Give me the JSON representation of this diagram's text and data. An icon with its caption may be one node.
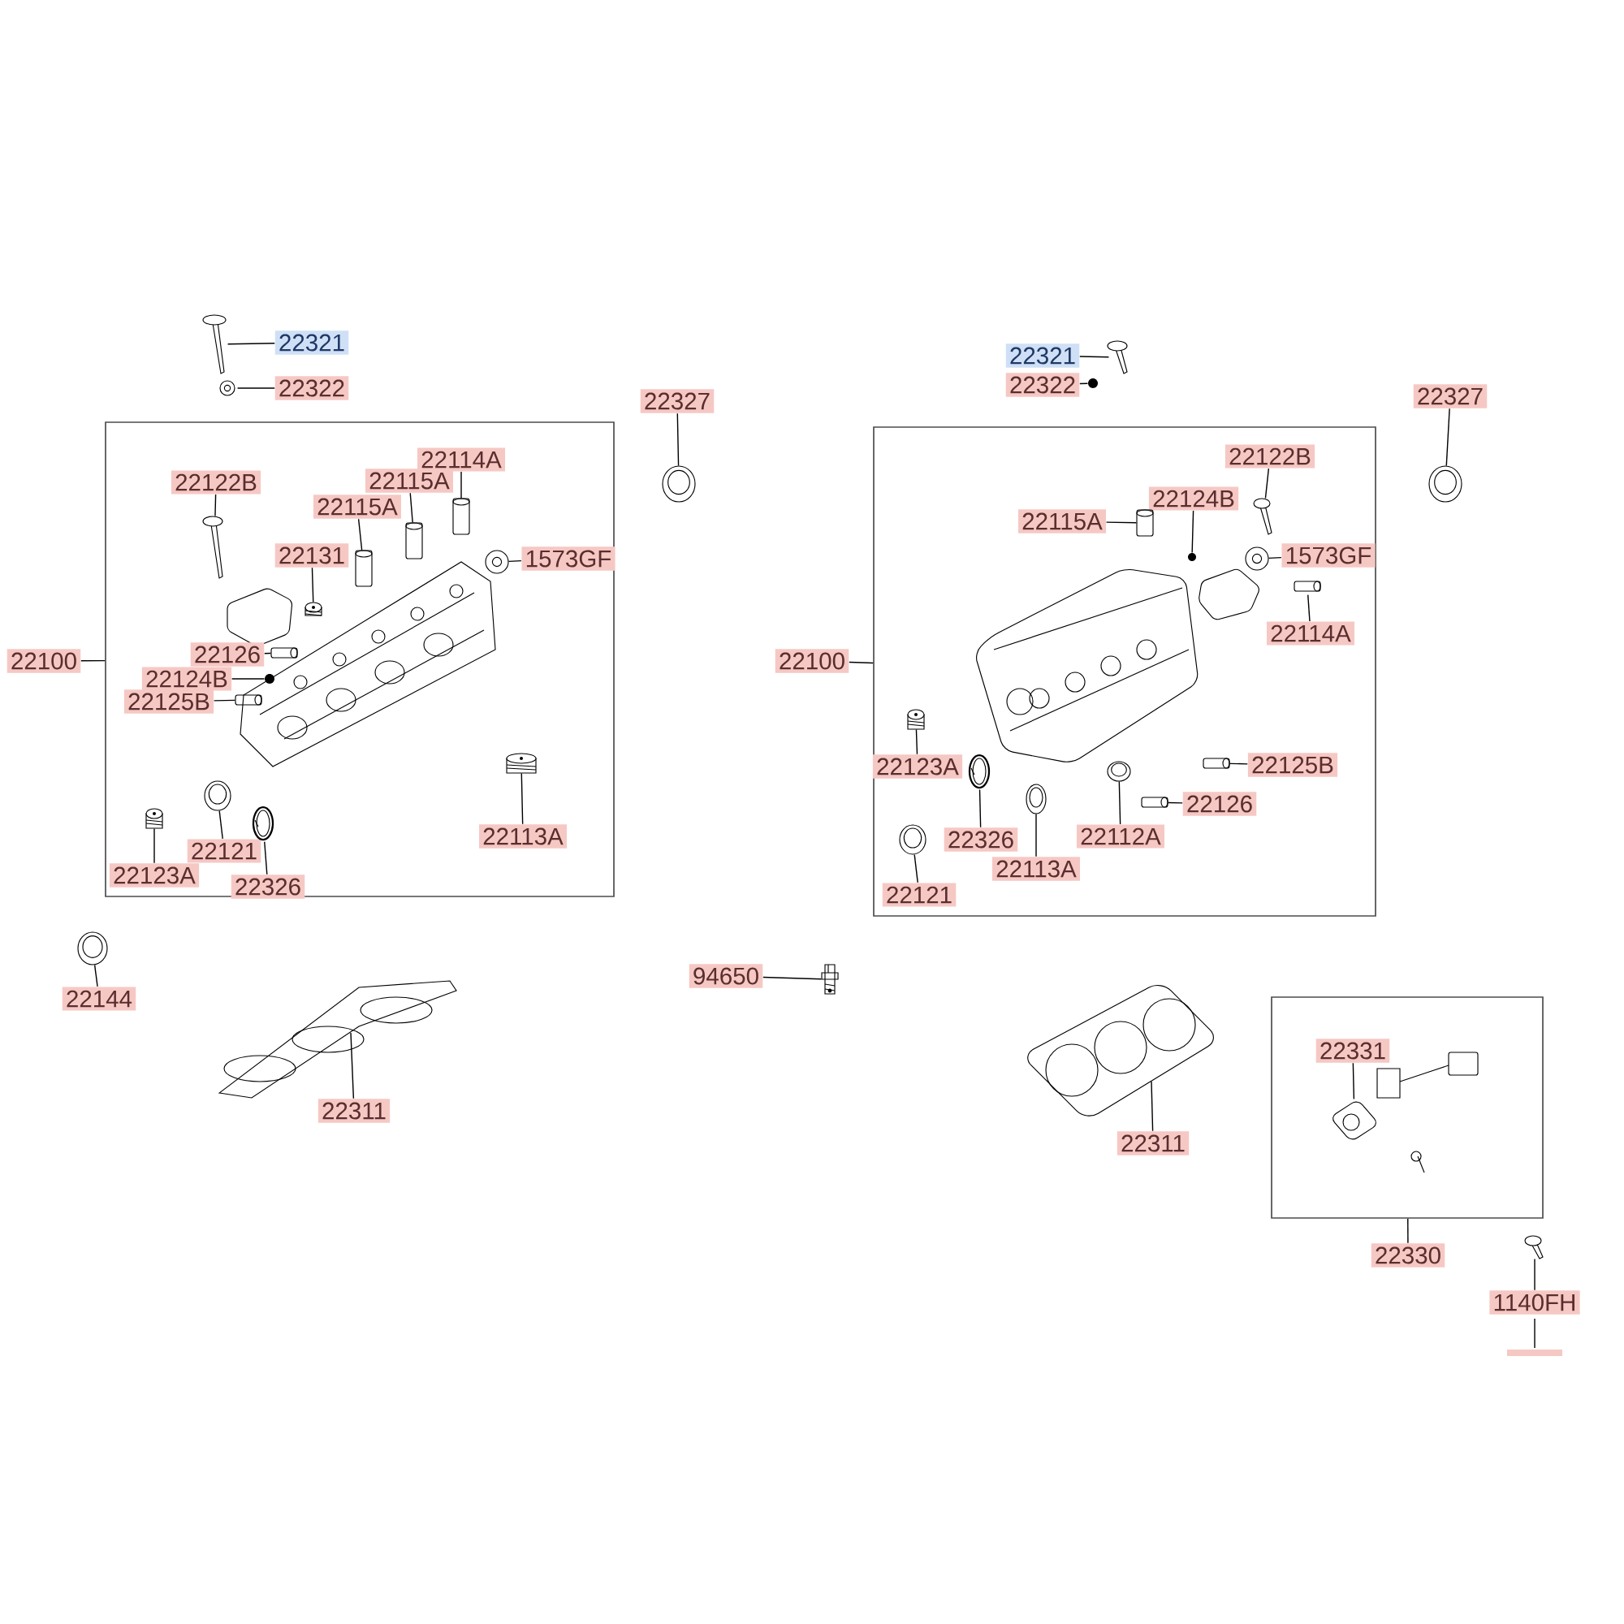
{
  "diagram": {
    "nodes": [
      {
        "text": [
          "22321"
        ]
      },
      {
        "text": [],
        "shape": "picture"
      },
      {
        "text": [
          "22322"
        ]
      },
      {
        "text": [],
        "shape": "picture"
      },
      {
        "text": [
          "22327"
        ]
      },
      {
        "text": [],
        "shape": "picture"
      },
      {
        "text": [],
        "shape": "box"
      },
      {
        "text": [
          "22100"
        ]
      },
      {
        "text": [
          "22122B"
        ],
        "in": 6
      },
      {
        "text": [],
        "shape": "picture",
        "in": 6
      },
      {
        "text": [
          "22114A"
        ],
        "in": 6
      },
      {
        "text": [],
        "shape": "picture",
        "in": 6
      },
      {
        "text": [
          "22115A"
        ],
        "in": 6
      },
      {
        "text": [],
        "shape": "picture",
        "in": 6
      },
      {
        "text": [
          "22115A"
        ],
        "in": 6
      },
      {
        "text": [],
        "shape": "picture",
        "in": 6
      },
      {
        "text": [
          "22131"
        ],
        "in": 6
      },
      {
        "text": [],
        "shape": "picture",
        "in": 6
      },
      {
        "text": [
          "1573GF"
        ],
        "in": 6
      },
      {
        "text": [],
        "shape": "picture",
        "in": 6
      },
      {
        "text": [
          "22126"
        ],
        "in": 6
      },
      {
        "text": [],
        "shape": "picture",
        "in": 6
      },
      {
        "text": [
          "22124B"
        ],
        "in": 6
      },
      {
        "text": [],
        "shape": "picture",
        "in": 6
      },
      {
        "text": [
          "22125B"
        ],
        "in": 6
      },
      {
        "text": [],
        "shape": "picture",
        "in": 6
      },
      {
        "text": [
          "22113A"
        ],
        "in": 6
      },
      {
        "text": [],
        "shape": "picture",
        "in": 6
      },
      {
        "text": [
          "22121"
        ],
        "in": 6
      },
      {
        "text": [],
        "shape": "picture",
        "in": 6
      },
      {
        "text": [
          "22123A"
        ],
        "in": 6
      },
      {
        "text": [],
        "shape": "picture",
        "in": 6
      },
      {
        "text": [
          "22326"
        ],
        "in": 6
      },
      {
        "text": [],
        "shape": "picture",
        "in": 6
      },
      {
        "text": [
          "22144"
        ]
      },
      {
        "text": [],
        "shape": "picture"
      },
      {
        "text": [
          "22311"
        ]
      },
      {
        "text": [],
        "shape": "picture"
      },
      {
        "text": [
          "94650"
        ]
      },
      {
        "text": [],
        "shape": "picture"
      },
      {
        "text": [
          "22321"
        ]
      },
      {
        "text": [],
        "shape": "picture"
      },
      {
        "text": [
          "22322"
        ]
      },
      {
        "text": [],
        "shape": "picture"
      },
      {
        "text": [
          "22327"
        ]
      },
      {
        "text": [],
        "shape": "picture"
      },
      {
        "text": [],
        "shape": "box"
      },
      {
        "text": [
          "22100"
        ]
      },
      {
        "text": [
          "22122B"
        ],
        "in": 46
      },
      {
        "text": [],
        "shape": "picture",
        "in": 46
      },
      {
        "text": [
          "22124B"
        ],
        "in": 46
      },
      {
        "text": [],
        "shape": "picture",
        "in": 46
      },
      {
        "text": [
          "22115A"
        ],
        "in": 46
      },
      {
        "text": [],
        "shape": "picture",
        "in": 46
      },
      {
        "text": [
          "1573GF"
        ],
        "in": 46
      },
      {
        "text": [],
        "shape": "picture",
        "in": 46
      },
      {
        "text": [
          "22114A"
        ],
        "in": 46
      },
      {
        "text": [],
        "shape": "picture",
        "in": 46
      },
      {
        "text": [
          "22123A"
        ],
        "in": 46
      },
      {
        "text": [],
        "shape": "picture",
        "in": 46
      },
      {
        "text": [
          "22125B"
        ],
        "in": 46
      },
      {
        "text": [],
        "shape": "picture",
        "in": 46
      },
      {
        "text": [
          "22126"
        ],
        "in": 46
      },
      {
        "text": [],
        "shape": "picture",
        "in": 46
      },
      {
        "text": [
          "22112A"
        ],
        "in": 46
      },
      {
        "text": [],
        "shape": "picture",
        "in": 46
      },
      {
        "text": [
          "22326"
        ],
        "in": 46
      },
      {
        "text": [],
        "shape": "picture",
        "in": 46
      },
      {
        "text": [
          "22113A"
        ],
        "in": 46
      },
      {
        "text": [],
        "shape": "picture",
        "in": 46
      },
      {
        "text": [
          "22121"
        ],
        "in": 46
      },
      {
        "text": [],
        "shape": "picture",
        "in": 46
      },
      {
        "text": [
          "22311"
        ]
      },
      {
        "text": [],
        "shape": "picture"
      },
      {
        "text": [],
        "shape": "box"
      },
      {
        "text": [
          "22330"
        ]
      },
      {
        "text": [
          "22331"
        ],
        "in": 74
      },
      {
        "text": [],
        "shape": "picture",
        "in": 74
      },
      {
        "text": [
          "1140FH"
        ]
      },
      {
        "text": [],
        "shape": "picture"
      }
    ],
    "edges": [
      {
        "from": 0,
        "to": 1,
        "arrow": "none"
      },
      {
        "from": 2,
        "to": 3,
        "arrow": "none"
      },
      {
        "from": 4,
        "to": 5,
        "arrow": "none"
      },
      {
        "from": 7,
        "to": 6,
        "arrow": "none"
      },
      {
        "from": 8,
        "to": 9,
        "arrow": "none"
      },
      {
        "from": 10,
        "to": 11,
        "arrow": "none"
      },
      {
        "from": 12,
        "to": 13,
        "arrow": "none"
      },
      {
        "from": 14,
        "to": 15,
        "arrow": "none"
      },
      {
        "from": 16,
        "to": 17,
        "arrow": "none"
      },
      {
        "from": 18,
        "to": 19,
        "arrow": "none"
      },
      {
        "from": 20,
        "to": 21,
        "arrow": "none"
      },
      {
        "from": 22,
        "to": 23,
        "arrow": "none"
      },
      {
        "from": 24,
        "to": 25,
        "arrow": "none"
      },
      {
        "from": 26,
        "to": 27,
        "arrow": "none"
      },
      {
        "from": 28,
        "to": 29,
        "arrow": "none"
      },
      {
        "from": 30,
        "to": 31,
        "arrow": "none"
      },
      {
        "from": 32,
        "to": 33,
        "arrow": "none"
      },
      {
        "from": 34,
        "to": 35,
        "arrow": "none"
      },
      {
        "from": 36,
        "to": 37,
        "arrow": "none"
      },
      {
        "from": 38,
        "to": 39,
        "arrow": "none"
      },
      {
        "from": 40,
        "to": 41,
        "arrow": "none"
      },
      {
        "from": 42,
        "to": 43,
        "arrow": "none"
      },
      {
        "from": 44,
        "to": 45,
        "arrow": "none"
      },
      {
        "from": 47,
        "to": 46,
        "arrow": "none"
      },
      {
        "from": 48,
        "to": 49,
        "arrow": "none"
      },
      {
        "from": 50,
        "to": 51,
        "arrow": "none"
      },
      {
        "from": 52,
        "to": 53,
        "arrow": "none"
      },
      {
        "from": 54,
        "to": 55,
        "arrow": "none"
      },
      {
        "from": 56,
        "to": 57,
        "arrow": "none"
      },
      {
        "from": 58,
        "to": 59,
        "arrow": "none"
      },
      {
        "from": 60,
        "to": 61,
        "arrow": "none"
      },
      {
        "from": 62,
        "to": 63,
        "arrow": "none"
      },
      {
        "from": 64,
        "to": 65,
        "arrow": "none"
      },
      {
        "from": 66,
        "to": 67,
        "arrow": "none"
      },
      {
        "from": 68,
        "to": 69,
        "arrow": "none"
      },
      {
        "from": 70,
        "to": 71,
        "arrow": "none"
      },
      {
        "from": 72,
        "to": 73,
        "arrow": "none"
      },
      {
        "from": 75,
        "to": 74,
        "arrow": "none"
      },
      {
        "from": 76,
        "to": 77,
        "arrow": "none"
      },
      {
        "from": 78,
        "to": 79,
        "arrow": "none"
      }
    ]
  }
}
